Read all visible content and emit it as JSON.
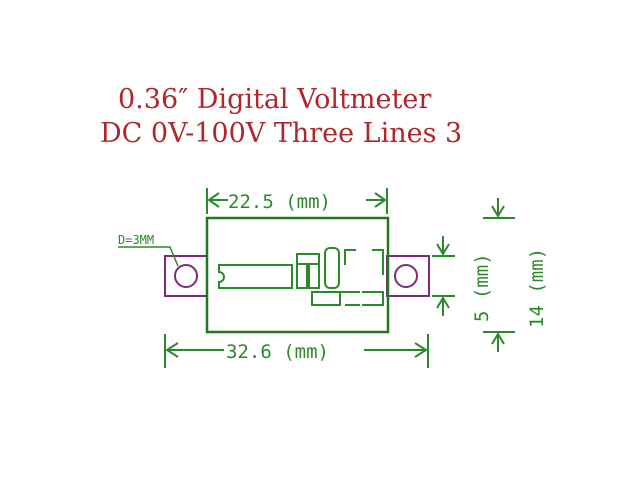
{
  "title": {
    "line1": "0.36″ Digital Voltmeter",
    "line2": "DC 0V-100V Three Lines 3"
  },
  "dimensions": {
    "top_width": "22.5 (mm)",
    "bottom_width": "32.6 (mm)",
    "tab_height": "5 (mm)",
    "total_height": "14 (mm)",
    "hole_label": "D=3MM"
  },
  "colors": {
    "title": "#b0262a",
    "outline": "#1f7a1f",
    "dimension": "#2a8a2a",
    "tab": "#7a2a7a"
  }
}
